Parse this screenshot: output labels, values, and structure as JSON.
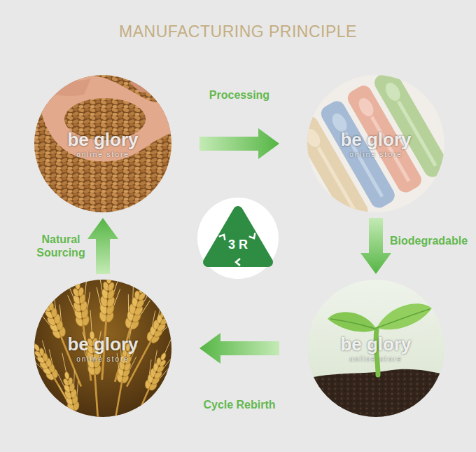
{
  "diagram": {
    "title": "MANUFACTURING PRINCIPLE",
    "nodes": [
      {
        "text": [
          "be glory",
          "online store"
        ]
      },
      {
        "text": [
          "be glory",
          "online store"
        ]
      },
      {
        "text": [
          "be glory",
          "online store"
        ]
      },
      {
        "text": [
          "be glory",
          "online store"
        ]
      },
      {
        "text": [
          "3 R"
        ]
      }
    ],
    "edges": [
      {
        "from": 0,
        "to": 1,
        "arrow": "to",
        "label": "Processing"
      },
      {
        "from": 1,
        "to": 2,
        "arrow": "to",
        "label": "Biodegradable"
      },
      {
        "from": 2,
        "to": 3,
        "arrow": "to",
        "label": "Cycle Rebirth"
      },
      {
        "from": 3,
        "to": 0,
        "arrow": "to",
        "label": "Natural Sourcing"
      }
    ]
  }
}
